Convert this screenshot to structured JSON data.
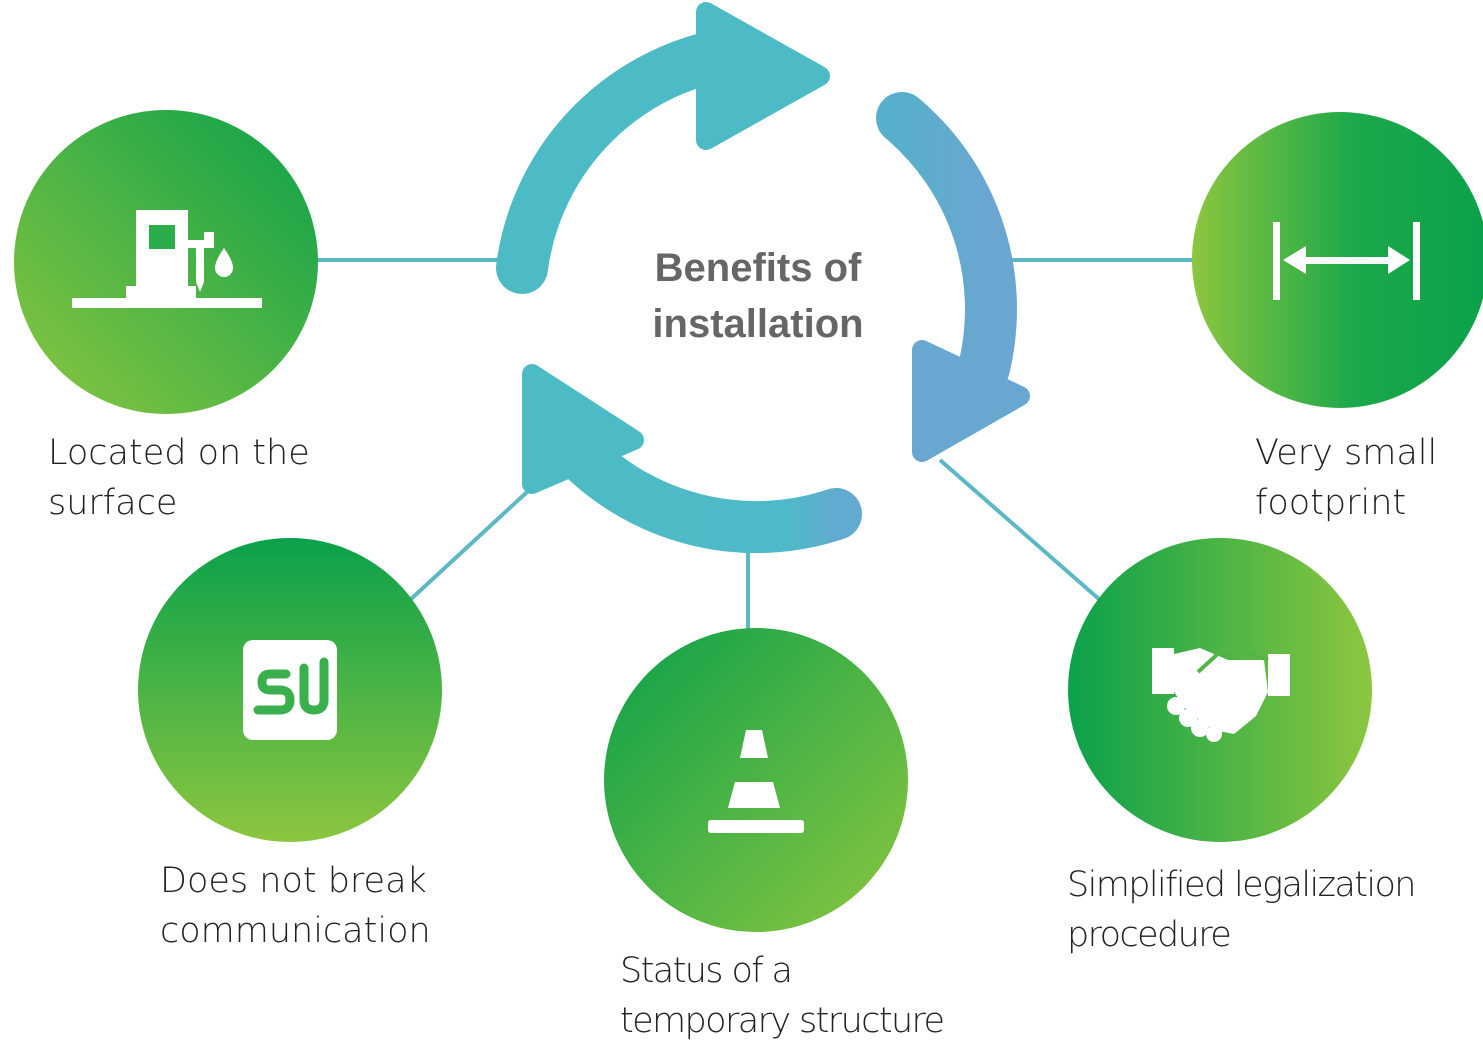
{
  "center": {
    "title_line1": "Benefits of",
    "title_line2": "installation"
  },
  "benefits": [
    {
      "icon": "fuel-pump-icon",
      "line1": "Located on the",
      "line2": "surface"
    },
    {
      "icon": "width-arrow-icon",
      "line1": "Very small",
      "line2": "footprint"
    },
    {
      "icon": "stumbleupon-icon",
      "line1": "Does not break",
      "line2": "communication"
    },
    {
      "icon": "traffic-cone-icon",
      "line1": "Status of a",
      "line2": "temporary structure"
    },
    {
      "icon": "handshake-icon",
      "line1": "Simplified legalization",
      "line2": "procedure"
    }
  ],
  "colors": {
    "cycle_arrow": "#4DBBC6",
    "cycle_arrow_right": "#66A8D0",
    "connector": "#5BB8C4",
    "circle_green_dark": "#0BA14B",
    "circle_green_light": "#8CC63F",
    "title_text": "#666666",
    "label_text": "#222222"
  }
}
